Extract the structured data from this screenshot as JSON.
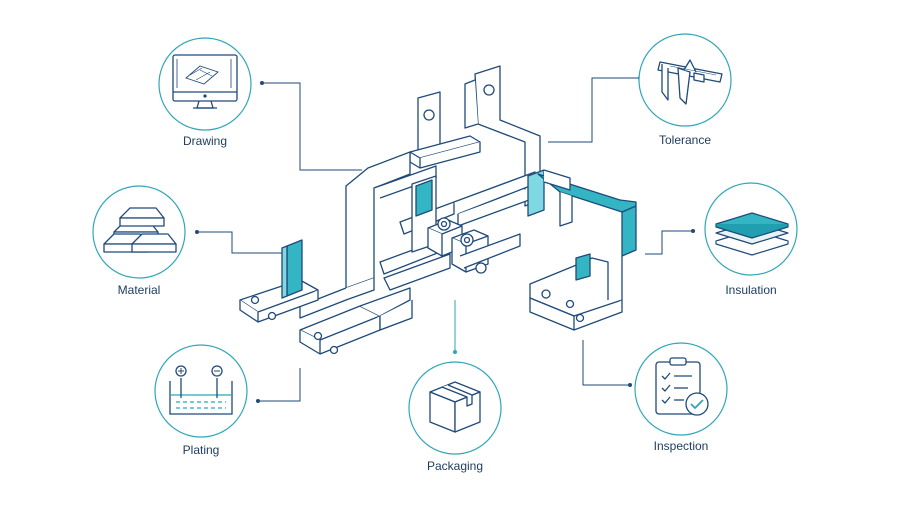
{
  "colors": {
    "line": "#1f4a7a",
    "accent": "#2fb3c4",
    "accent_light": "#7fd9e3",
    "circle": "#2fa6b8",
    "text": "#1d3b5c",
    "background": "#ffffff"
  },
  "nodes": [
    {
      "id": "drawing",
      "label": "Drawing",
      "icon": "computer-monitor-icon"
    },
    {
      "id": "material",
      "label": "Material",
      "icon": "metal-ingots-icon"
    },
    {
      "id": "plating",
      "label": "Plating",
      "icon": "plating-tank-icon"
    },
    {
      "id": "packaging",
      "label": "Packaging",
      "icon": "box-icon"
    },
    {
      "id": "tolerance",
      "label": "Tolerance",
      "icon": "caliper-icon"
    },
    {
      "id": "insulation",
      "label": "Insulation",
      "icon": "insulation-layers-icon"
    },
    {
      "id": "inspection",
      "label": "Inspection",
      "icon": "checklist-icon"
    }
  ],
  "center_assembly": {
    "icon": "busbar-assembly-icon"
  }
}
